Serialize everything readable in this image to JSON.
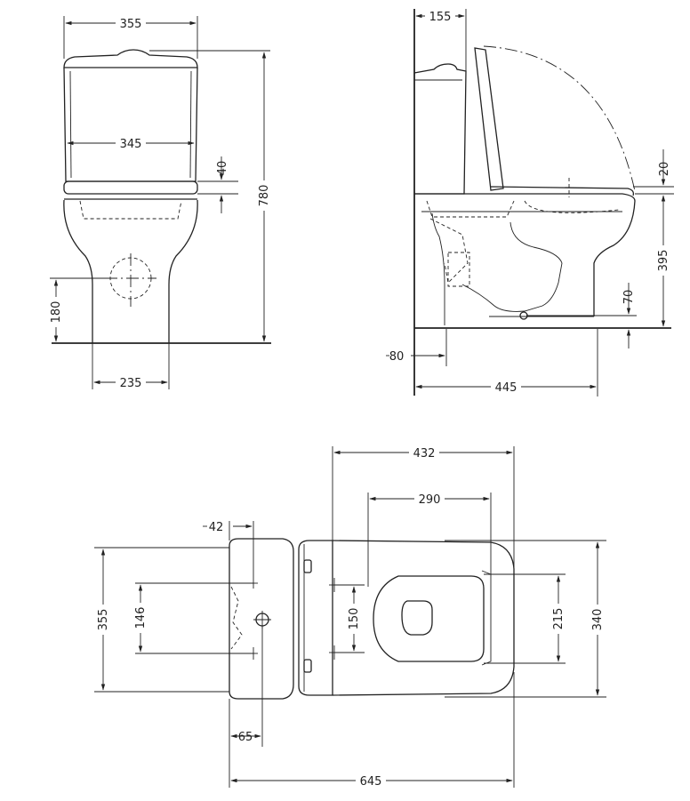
{
  "dimensions": {
    "front": {
      "tank_width": "355",
      "seat_width": "345",
      "seat_thickness": "40",
      "total_height": "780",
      "outlet_height": "180",
      "foot_width": "235"
    },
    "side": {
      "tank_depth": "155",
      "lid_thickness": "20",
      "seat_height": "395",
      "inlet_height": "70",
      "wall_offset": "80",
      "foot_depth": "445"
    },
    "top": {
      "fixing_offset": "42",
      "tank_width": "355",
      "holes_spacing_a": "146",
      "holes_spacing_b": "150",
      "total_length": "432",
      "seat_length": "290",
      "seat_width": "215",
      "bowl_width": "340",
      "outlet_offset": "65",
      "overall_length": "645"
    }
  }
}
